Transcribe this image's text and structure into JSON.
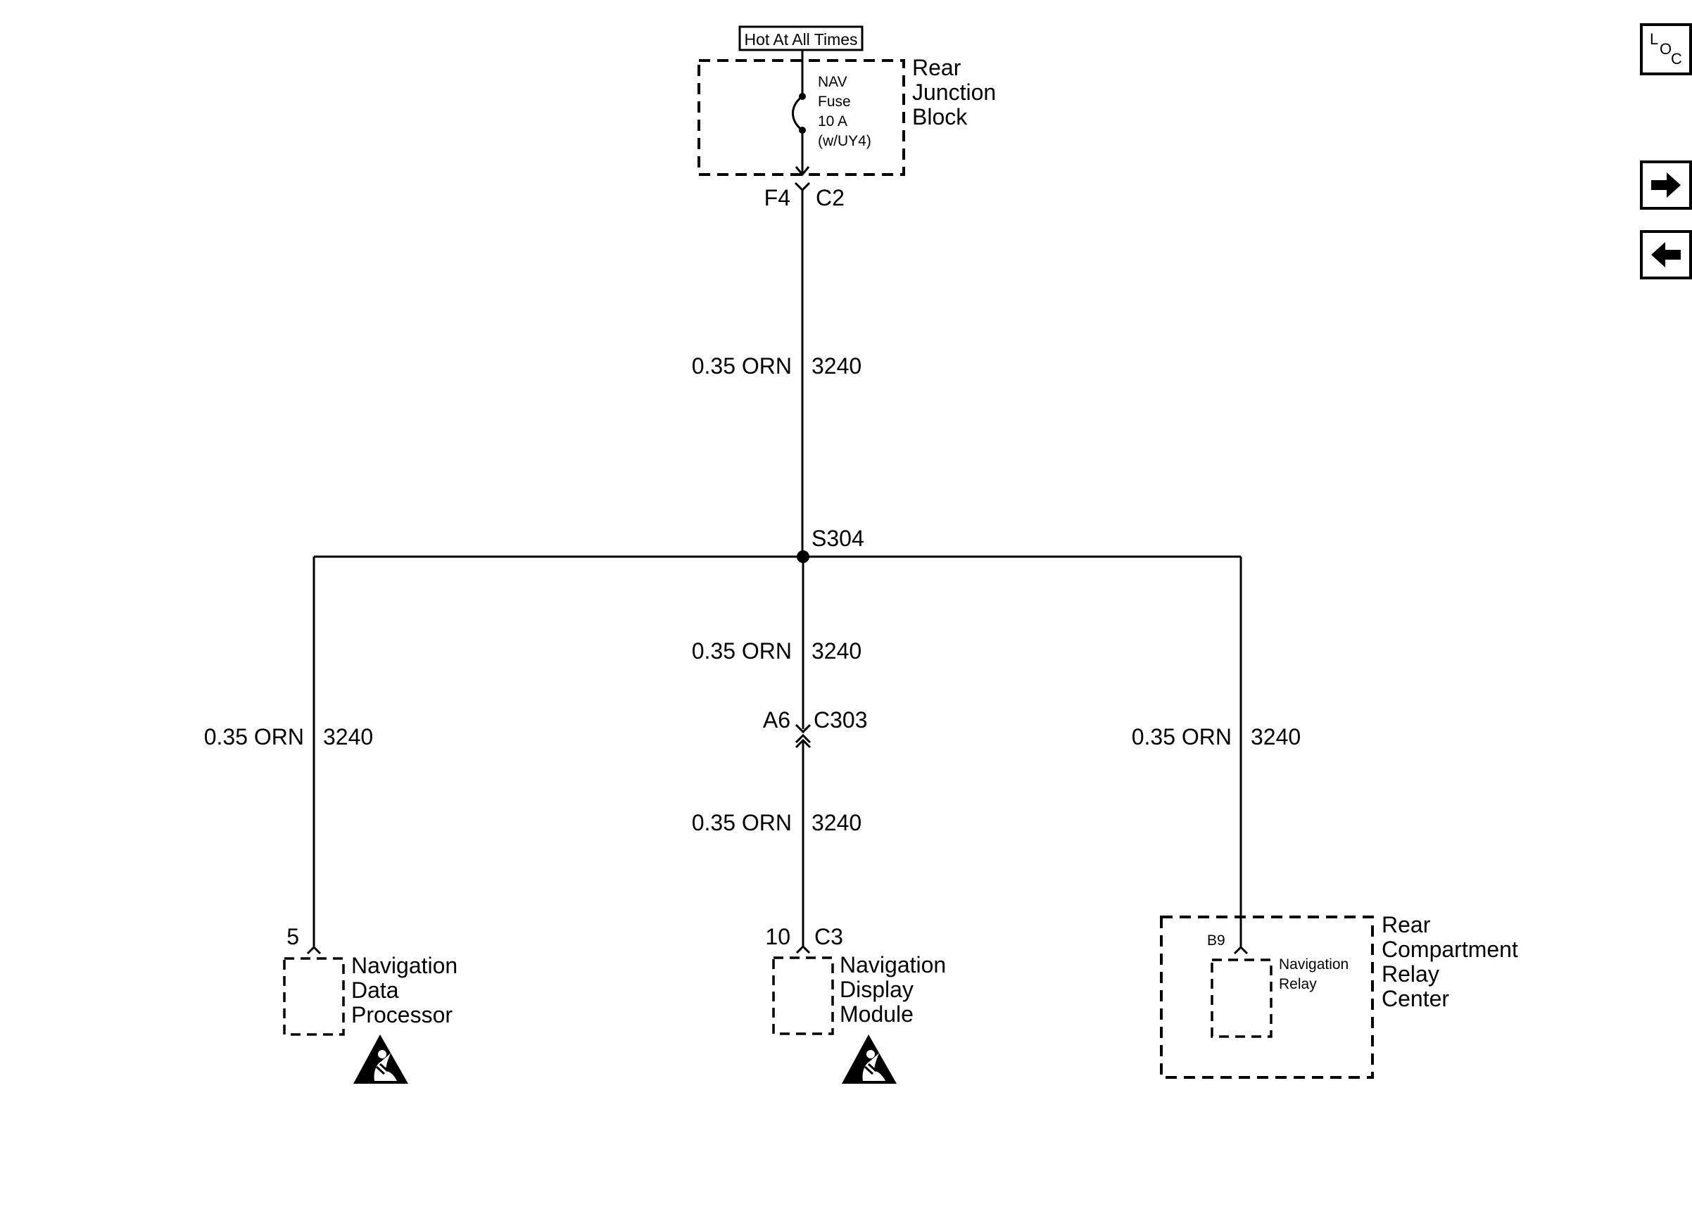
{
  "power_source": {
    "label": "Hot At All Times"
  },
  "rear_junction_block": {
    "name_lines": [
      "Rear",
      "Junction",
      "Block"
    ],
    "fuse_lines": [
      "NAV",
      "Fuse",
      "10 A",
      "(w/UY4)"
    ],
    "pin": "F4",
    "connector": "C2"
  },
  "wires": {
    "main": {
      "gauge_color": "0.35 ORN",
      "circuit": "3240"
    },
    "center_upper": {
      "gauge_color": "0.35 ORN",
      "circuit": "3240"
    },
    "center_lower": {
      "gauge_color": "0.35 ORN",
      "circuit": "3240"
    },
    "left": {
      "gauge_color": "0.35 ORN",
      "circuit": "3240"
    },
    "right": {
      "gauge_color": "0.35 ORN",
      "circuit": "3240"
    }
  },
  "splice": {
    "label": "S304"
  },
  "inline_connector": {
    "pin": "A6",
    "connector": "C303"
  },
  "components": {
    "navigation_data_processor": {
      "pin": "5",
      "name_lines": [
        "Navigation",
        "Data",
        "Processor"
      ]
    },
    "navigation_display_module": {
      "pin": "10",
      "connector": "C3",
      "name_lines": [
        "Navigation",
        "Display",
        "Module"
      ]
    },
    "rear_compartment_relay_center": {
      "pin": "B9",
      "relay_lines": [
        "Navigation",
        "Relay"
      ],
      "name_lines": [
        "Rear",
        "Compartment",
        "Relay",
        "Center"
      ]
    }
  },
  "side_nav": {
    "loc": {
      "letters": [
        "L",
        "O",
        "C"
      ]
    },
    "next_icon": "arrow-right-icon",
    "prev_icon": "arrow-left-icon"
  }
}
